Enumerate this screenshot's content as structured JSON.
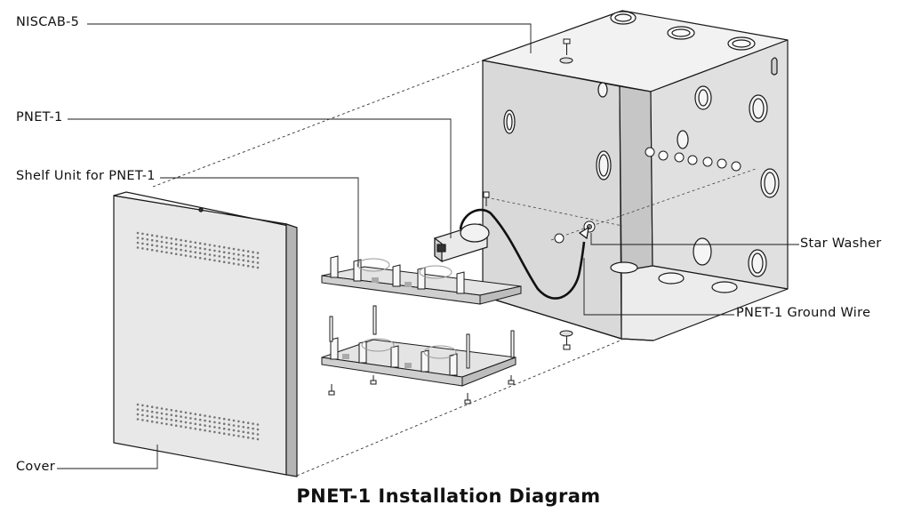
{
  "title": "PNET-1 Installation Diagram",
  "labels": {
    "niscab": "NISCAB-5",
    "pnet": "PNET-1",
    "shelf": "Shelf Unit for PNET-1",
    "cover": "Cover",
    "star_washer": "Star Washer",
    "ground_wire": "PNET-1 Ground Wire"
  },
  "colors": {
    "line": "#1a1a1a",
    "panel_light": "#ededed",
    "panel_mid": "#dcdcdc",
    "panel_dark": "#c4c4c4",
    "cover_face": "#e6e6e6",
    "cover_edge": "#b0b0b0"
  }
}
